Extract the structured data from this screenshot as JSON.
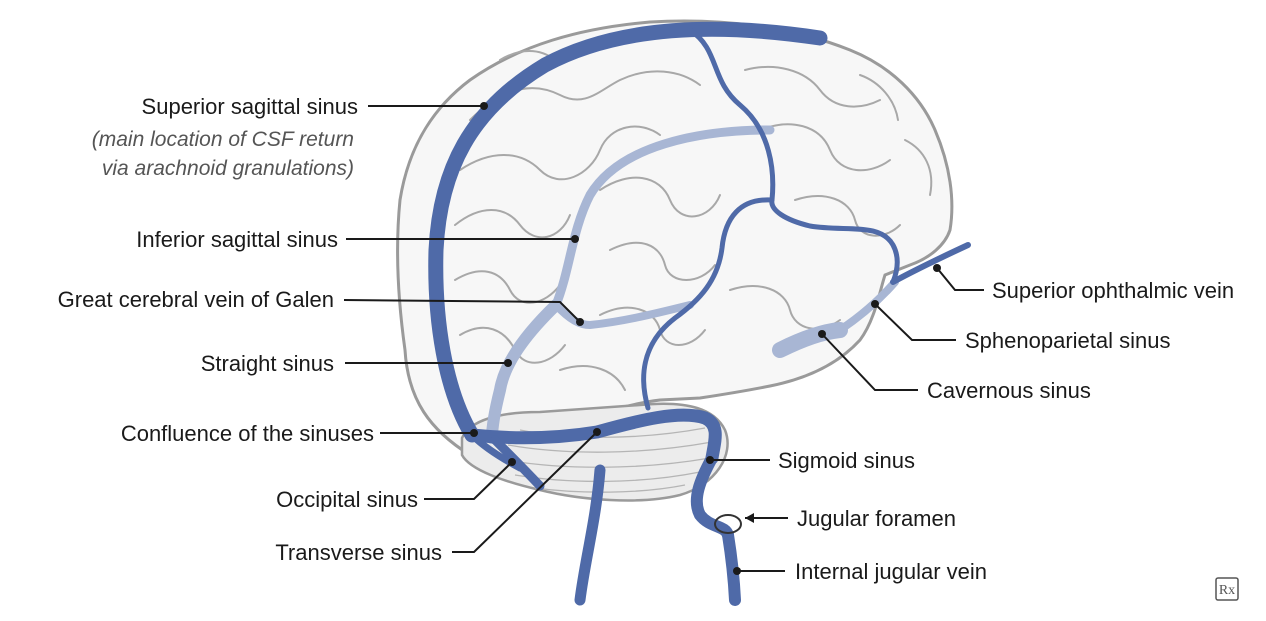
{
  "colors": {
    "vein": "#4f6aa8",
    "vein_light": "#a8b6d4",
    "brain_outline": "#9a9a9a",
    "brain_fill": "#f7f7f7",
    "label_text": "#1a1a1a",
    "note_text": "#555555"
  },
  "labels": {
    "superior_sagittal": "Superior sagittal sinus",
    "note_line1": "(main location of CSF return",
    "note_line2": "via arachnoid granulations)",
    "inferior_sagittal": "Inferior sagittal sinus",
    "great_cerebral_vein": "Great cerebral vein of Galen",
    "straight_sinus": "Straight sinus",
    "confluence": "Confluence of the sinuses",
    "occipital": "Occipital sinus",
    "transverse": "Transverse sinus",
    "superior_ophthalmic": "Superior ophthalmic vein",
    "sphenoparietal": "Sphenoparietal sinus",
    "cavernous": "Cavernous sinus",
    "sigmoid": "Sigmoid sinus",
    "jugular_foramen": "Jugular foramen",
    "internal_jugular": "Internal jugular vein"
  },
  "badge": {
    "text": "Rx",
    "icon": "rx-logo-icon"
  }
}
